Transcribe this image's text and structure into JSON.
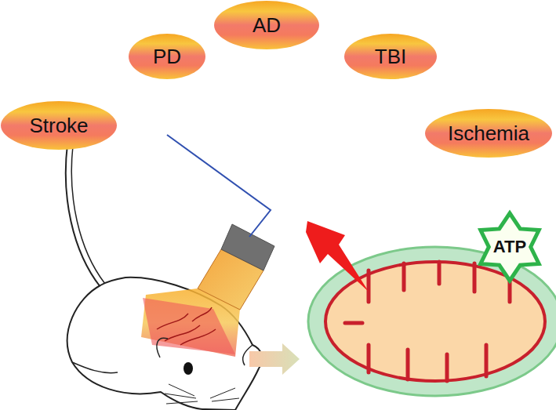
{
  "diagram": {
    "nodes": [
      {
        "text": [
          "AD"
        ]
      },
      {
        "text": [
          "PD"
        ]
      },
      {
        "text": [
          "TBI"
        ]
      },
      {
        "text": [
          "Stroke"
        ]
      },
      {
        "text": [
          "Ischemia"
        ]
      },
      {
        "text": [
          "ATP"
        ]
      }
    ]
  }
}
